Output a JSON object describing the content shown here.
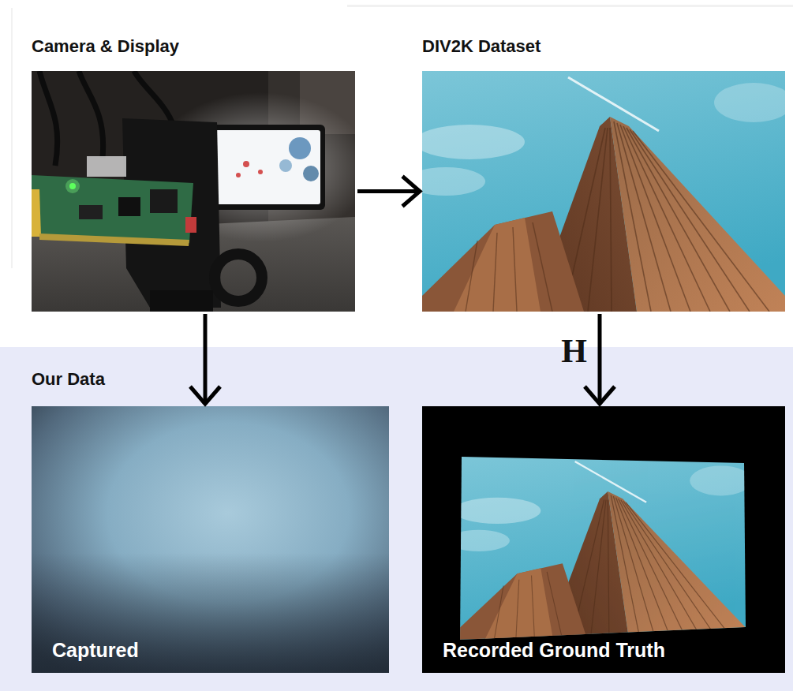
{
  "diagram": {
    "nodes": [
      {
        "text": [
          "Camera & Display"
        ]
      },
      {
        "text": [
          "DIV2K Dataset"
        ]
      },
      {
        "text": [
          "Our Data"
        ]
      },
      {
        "text": [
          "Captured"
        ],
        "in": 2
      },
      {
        "text": [
          "Recorded Ground Truth"
        ],
        "in": 2
      }
    ],
    "edges": [
      {
        "from": 0,
        "to": 1,
        "arrow": "to"
      },
      {
        "from": 0,
        "to": 3,
        "arrow": "to"
      },
      {
        "from": 1,
        "to": 4,
        "arrow": "to",
        "label": "H"
      }
    ]
  }
}
